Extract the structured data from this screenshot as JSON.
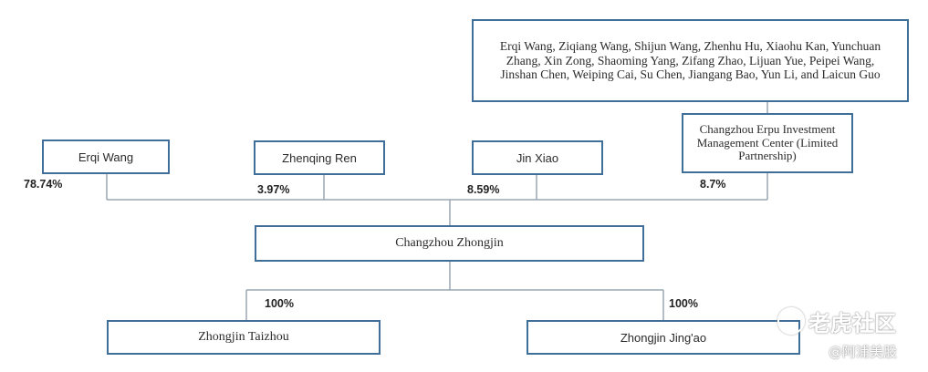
{
  "top_note": "Erqi Wang, Ziqiang Wang, Shijun Wang, Zhenhu Hu, Xiaohu Kan, Yunchuan Zhang, Xin Zong, Shaoming Yang, Zifang Zhao, Lijuan Yue, Peipei Wang, Jinshan Chen, Weiping Cai, Su Chen, Jiangang Bao, Yun Li, and Laicun Guo",
  "shareholders": [
    {
      "name": "Erqi Wang",
      "share": "78.74%"
    },
    {
      "name": "Zhenqing Ren",
      "share": "3.97%"
    },
    {
      "name": "Jin Xiao",
      "share": "8.59%"
    },
    {
      "name": "Changzhou Erpu Investment Management Center (Limited Partnership)",
      "share": "8.7%"
    }
  ],
  "parent": {
    "name": "Changzhou Zhongjin"
  },
  "subsidiaries": [
    {
      "name": "Zhongjin Taizhou",
      "share": "100%"
    },
    {
      "name": "Zhongjin Jing'ao",
      "share": "100%"
    }
  ],
  "watermark": {
    "brand": "老虎社区",
    "handle": "@阿浦美股"
  }
}
